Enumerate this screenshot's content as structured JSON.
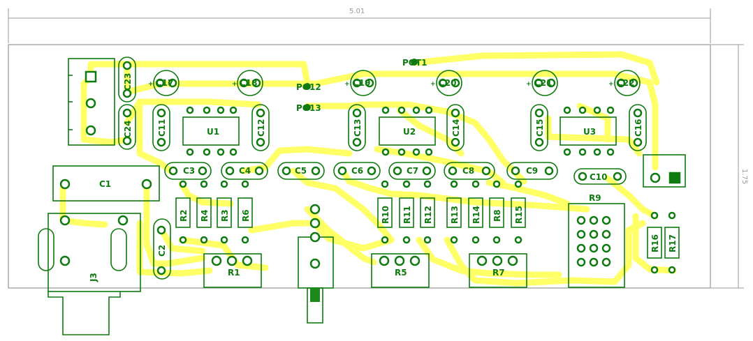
{
  "dimensions": {
    "width_label": "5.01",
    "height_label": "1.75"
  },
  "colors": {
    "trace": "#ffff66",
    "silk": "#0f7a0f",
    "outline": "#808080",
    "background": "#ffffff"
  },
  "labels": {
    "pad1": "POT1",
    "pad2": "PO12",
    "pad3": "PO13",
    "u1": "U1",
    "u2": "U2",
    "u3": "U3",
    "c1": "C1",
    "c2": "C2",
    "c3": "C3",
    "c4": "C4",
    "c5": "C5",
    "c6": "C6",
    "c7": "C7",
    "c8": "C8",
    "c9": "C9",
    "c10": "C10",
    "c11": "C11",
    "c12": "C12",
    "c13": "C13",
    "c14": "C14",
    "c15": "C15",
    "c16": "C16",
    "c17": "C17",
    "c18": "C18",
    "c19": "C19",
    "c20": "C20",
    "c21": "C21",
    "c22": "C22",
    "c23": "C23",
    "c24": "C24",
    "r1": "R1",
    "r2": "R2",
    "r3": "R3",
    "r4": "R4",
    "r5": "R5",
    "r6": "R6",
    "r7": "R7",
    "r8": "R8",
    "r9": "R9",
    "r10": "R10",
    "r11": "R11",
    "r12": "R12",
    "r13": "R13",
    "r14": "R14",
    "r15": "R15",
    "r16": "R16",
    "r17": "R17",
    "j3": "J3"
  }
}
